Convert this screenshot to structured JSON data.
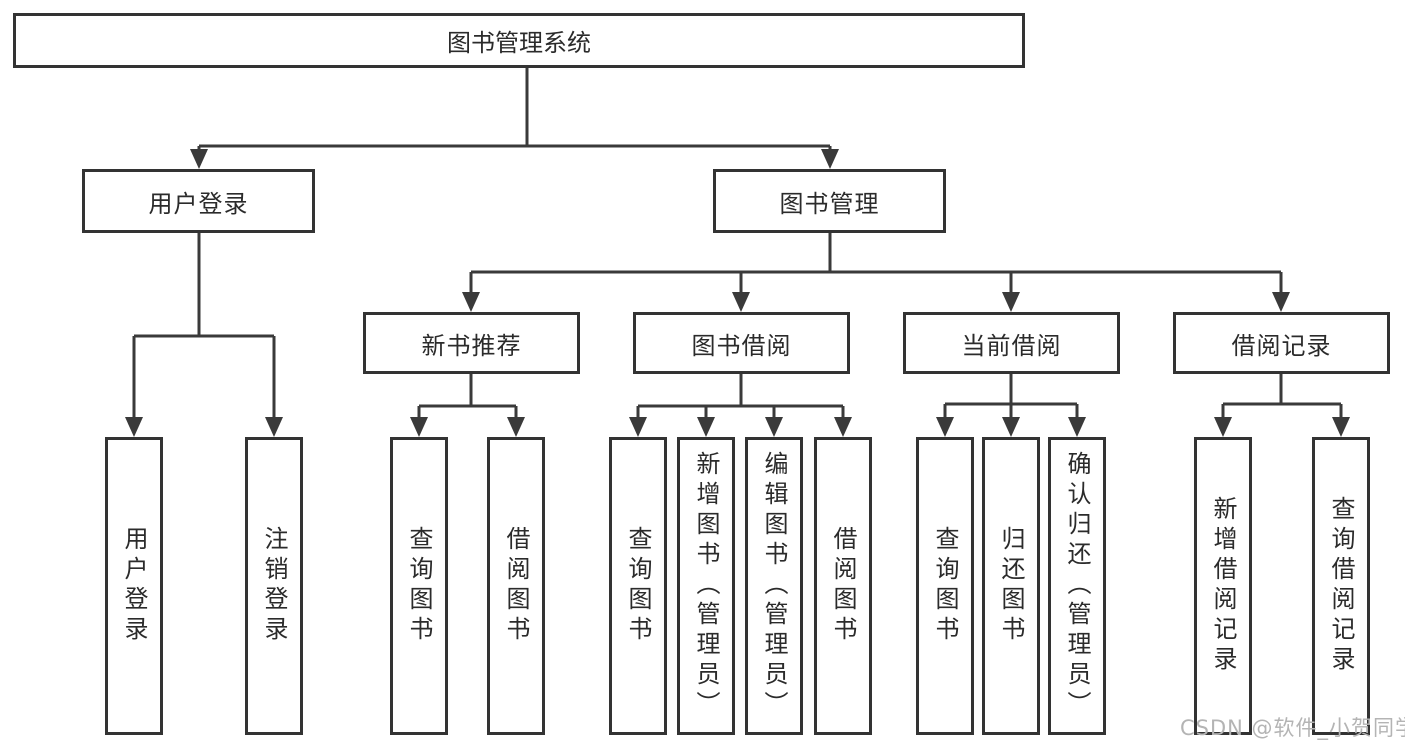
{
  "title": "图书管理系统",
  "watermark": "CSDN @软件_小贺同学",
  "colors": {
    "line": "#3a3a3a",
    "box_border": "#333333",
    "box_fill": "#ffffff",
    "text": "#2b2b2b",
    "watermark": "#b4b4b4"
  },
  "tree": {
    "label": "图书管理系统",
    "children": [
      {
        "label": "用户登录",
        "children": [
          {
            "label": "用户登录"
          },
          {
            "label": "注销登录"
          }
        ]
      },
      {
        "label": "图书管理",
        "children": [
          {
            "label": "新书推荐",
            "children": [
              {
                "label": "查询图书"
              },
              {
                "label": "借阅图书"
              }
            ]
          },
          {
            "label": "图书借阅",
            "children": [
              {
                "label": "查询图书"
              },
              {
                "label": "新增图书（管理员）"
              },
              {
                "label": "编辑图书（管理员）"
              },
              {
                "label": "借阅图书"
              }
            ]
          },
          {
            "label": "当前借阅",
            "children": [
              {
                "label": "查询图书"
              },
              {
                "label": "归还图书"
              },
              {
                "label": "确认归还（管理员）"
              }
            ]
          },
          {
            "label": "借阅记录",
            "children": [
              {
                "label": "新增借阅记录"
              },
              {
                "label": "查询借阅记录"
              }
            ]
          }
        ]
      }
    ]
  }
}
